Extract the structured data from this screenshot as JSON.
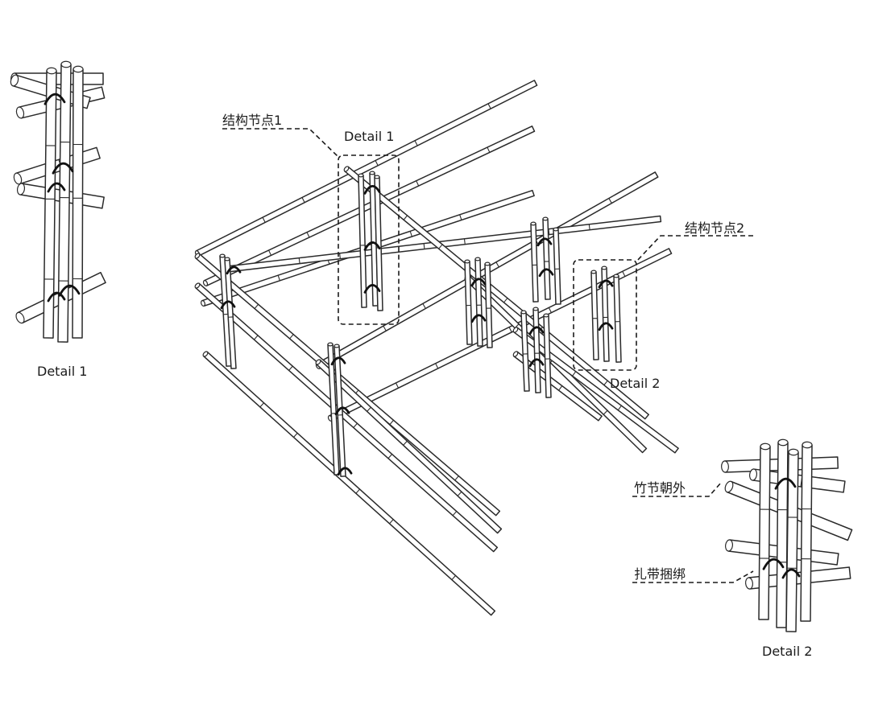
{
  "labels": {
    "detail1_left_caption": "Detail 1",
    "detail2_right_caption": "Detail 2",
    "callout_node1": "结构节点1",
    "callout_node1_detail": "Detail 1",
    "callout_node2": "结构节点2",
    "callout_node2_detail": "Detail 2",
    "note_bamboo_nodes_outward": "竹节朝外",
    "note_cable_tie_binding": "扎带捆绑"
  }
}
